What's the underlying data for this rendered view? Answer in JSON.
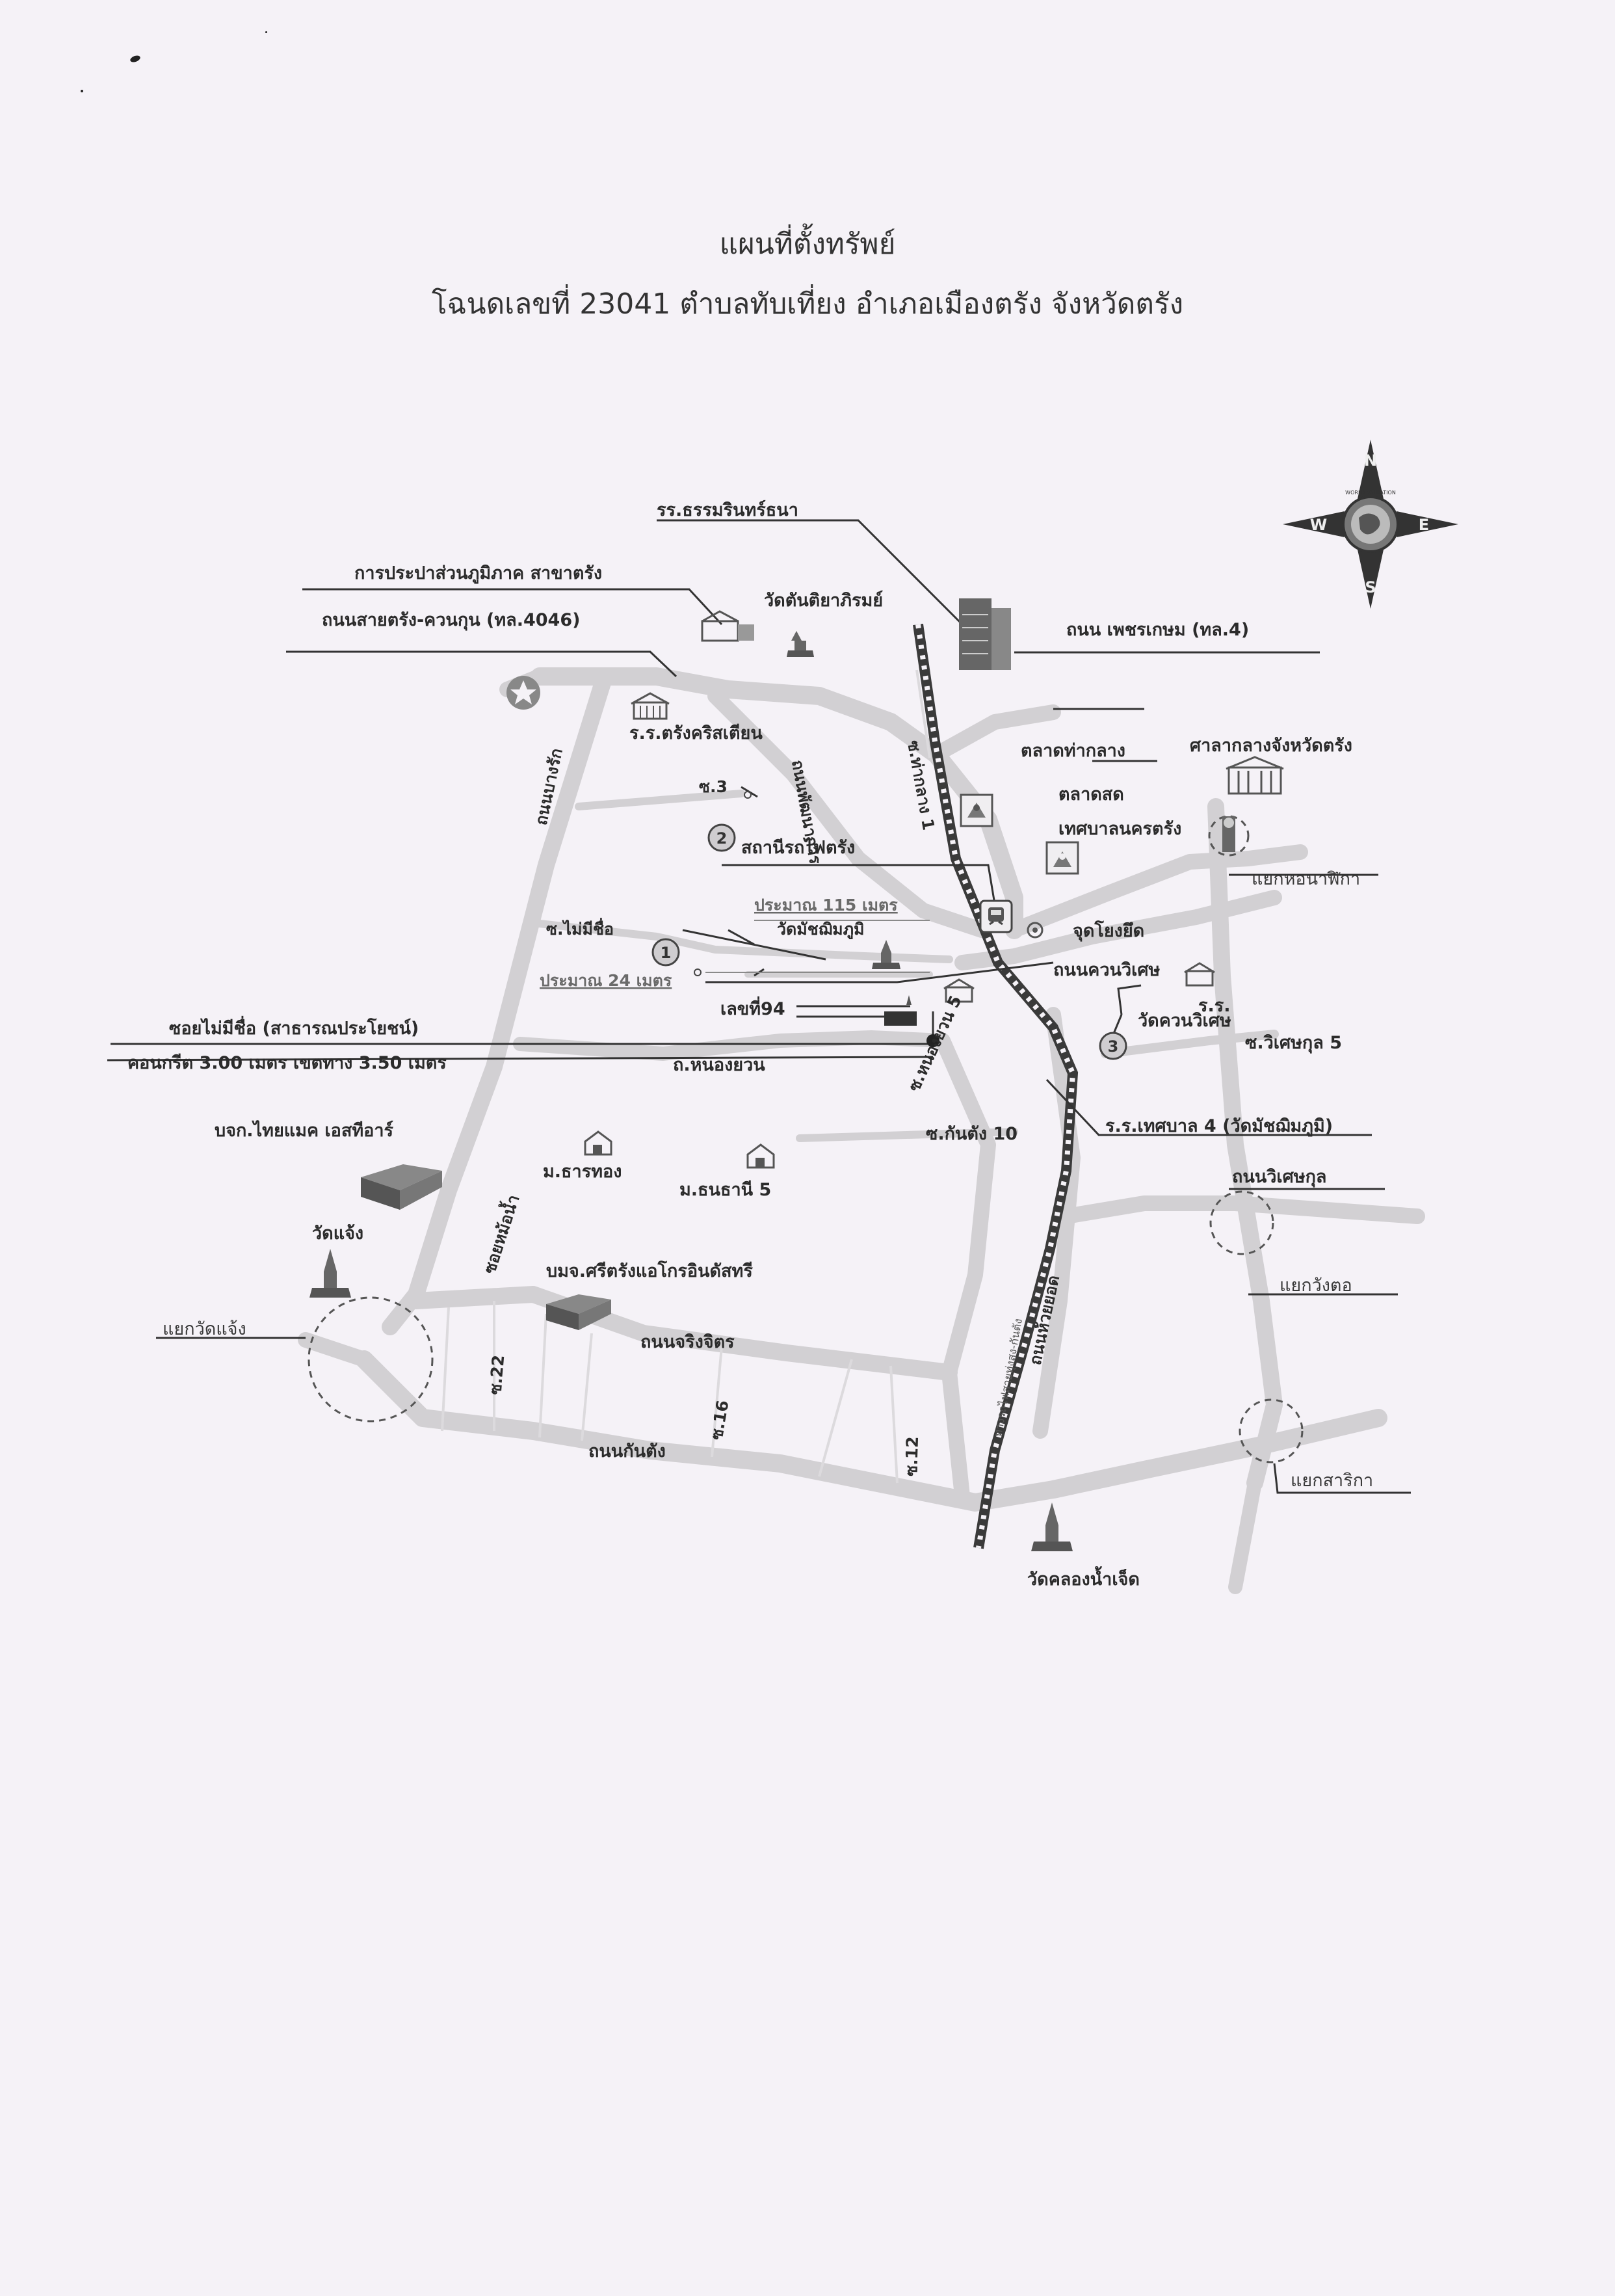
{
  "header": {
    "title": "แผนที่ตั้งทรัพย์",
    "subtitle": "โฉนดเลขที่ 23041 ตำบลทับเที่ยง อำเภอเมืองตรัง จังหวัดตรัง"
  },
  "compass": {
    "n": "N",
    "e": "E",
    "w": "W",
    "s": "S",
    "ring_text": "WORLD VALUATION"
  },
  "labels": {
    "school_thammarin": "รร.ธรรมรินทร์ธนา",
    "waterworks": "การประปาส่วนภูมิภาค สาขาตรัง",
    "wat_tantiya": "วัดตันติยาภิรมย์",
    "road_trang_kuankun": "ถนนสายตรัง-ควนกุน (ทล.4046)",
    "road_phetkasem": "ถนน เพชรเกษม (ทล.4)",
    "school_christian": "ร.ร.ตรังคริสเตียน",
    "talat_thaklang": "ตลาดท่ากลาง",
    "provincial_hall": "ศาลากลางจังหวัดตรัง",
    "soi_3": "ซ.3",
    "road_phatthanakan": "ถนนพัฒนาการ",
    "soi_rotfai1": "ซ.ท่ากลาง 1",
    "fresh_market": "ตลาดสด\nเทศบาลนครตรัง",
    "train_station": "สถานีรถไฟตรัง",
    "clock_tower": "แยกหอนาฬิกา",
    "road_bangrak": "ถนนบางรัก",
    "soi_unnamed": "ซ.ไม่มีชื่อ",
    "approx_115": "ประมาณ 115 เมตร",
    "wat_matchimaphum": "วัดมัชฌิมภูมิ",
    "viewpoint": "จุดโยงยึด",
    "approx_24": "ประมาณ 24 เมตร",
    "road_khuanwiset": "ถนนควนวิเศษ",
    "rr": "ร.ร.",
    "wat_khuanwiset": "วัดควนวิเศษ",
    "lek_thi": "เลขที่94",
    "soi_public": "ซอยไม่มีชื่อ (สาธารณประโยชน์)",
    "concrete": "คอนกรีต 3.00 เมตร เขตทาง 3.50 เมตร",
    "road_nongyuan": "ถ.หนองยวน",
    "soi_nongyuan5": "ซ.หนองยวน 5",
    "soi_wisetkun5": "ซ.วิเศษกุล 5",
    "thai_mac": "บจก.ไทยแมค เอสทีอาร์",
    "soi_kantang10": "ซ.กันตัง 10",
    "school_thetsaban4": "ร.ร.เทศบาล 4 (วัดมัชฌิมภูมิ)",
    "m_thanthong": "ม.ธารทอง",
    "m_thanathani": "ม.ธนธานี 5",
    "road_wisetkun": "ถนนวิเศษกุล",
    "wat_chaeng": "วัดแจ้ง",
    "soi_monam": "ซอยหม้อน้ำ",
    "sri_trang": "บมจ.ศรีตรังแอโกรอินดัสทรี",
    "yaek_wangto": "แยกวังตอ",
    "yaek_wat_chaeng": "แยกวัดแจ้ง",
    "road_jarernjit": "ถนนจริงจิตร",
    "soi_22": "ซ.22",
    "soi_16": "ซ.16",
    "road_wangto": "ถนนห้วยยอด",
    "railway": "ทางรถไฟสายทุ่งสง-กันตัง",
    "soi_12": "ซ.12",
    "road_kantang": "ถนนกันตัง",
    "yaek_sarika": "แยกสาริกา",
    "wat_khlong": "วัดคลองน้ำเจ็ด",
    "point_1": "1",
    "point_2": "2",
    "point_3": "3"
  }
}
